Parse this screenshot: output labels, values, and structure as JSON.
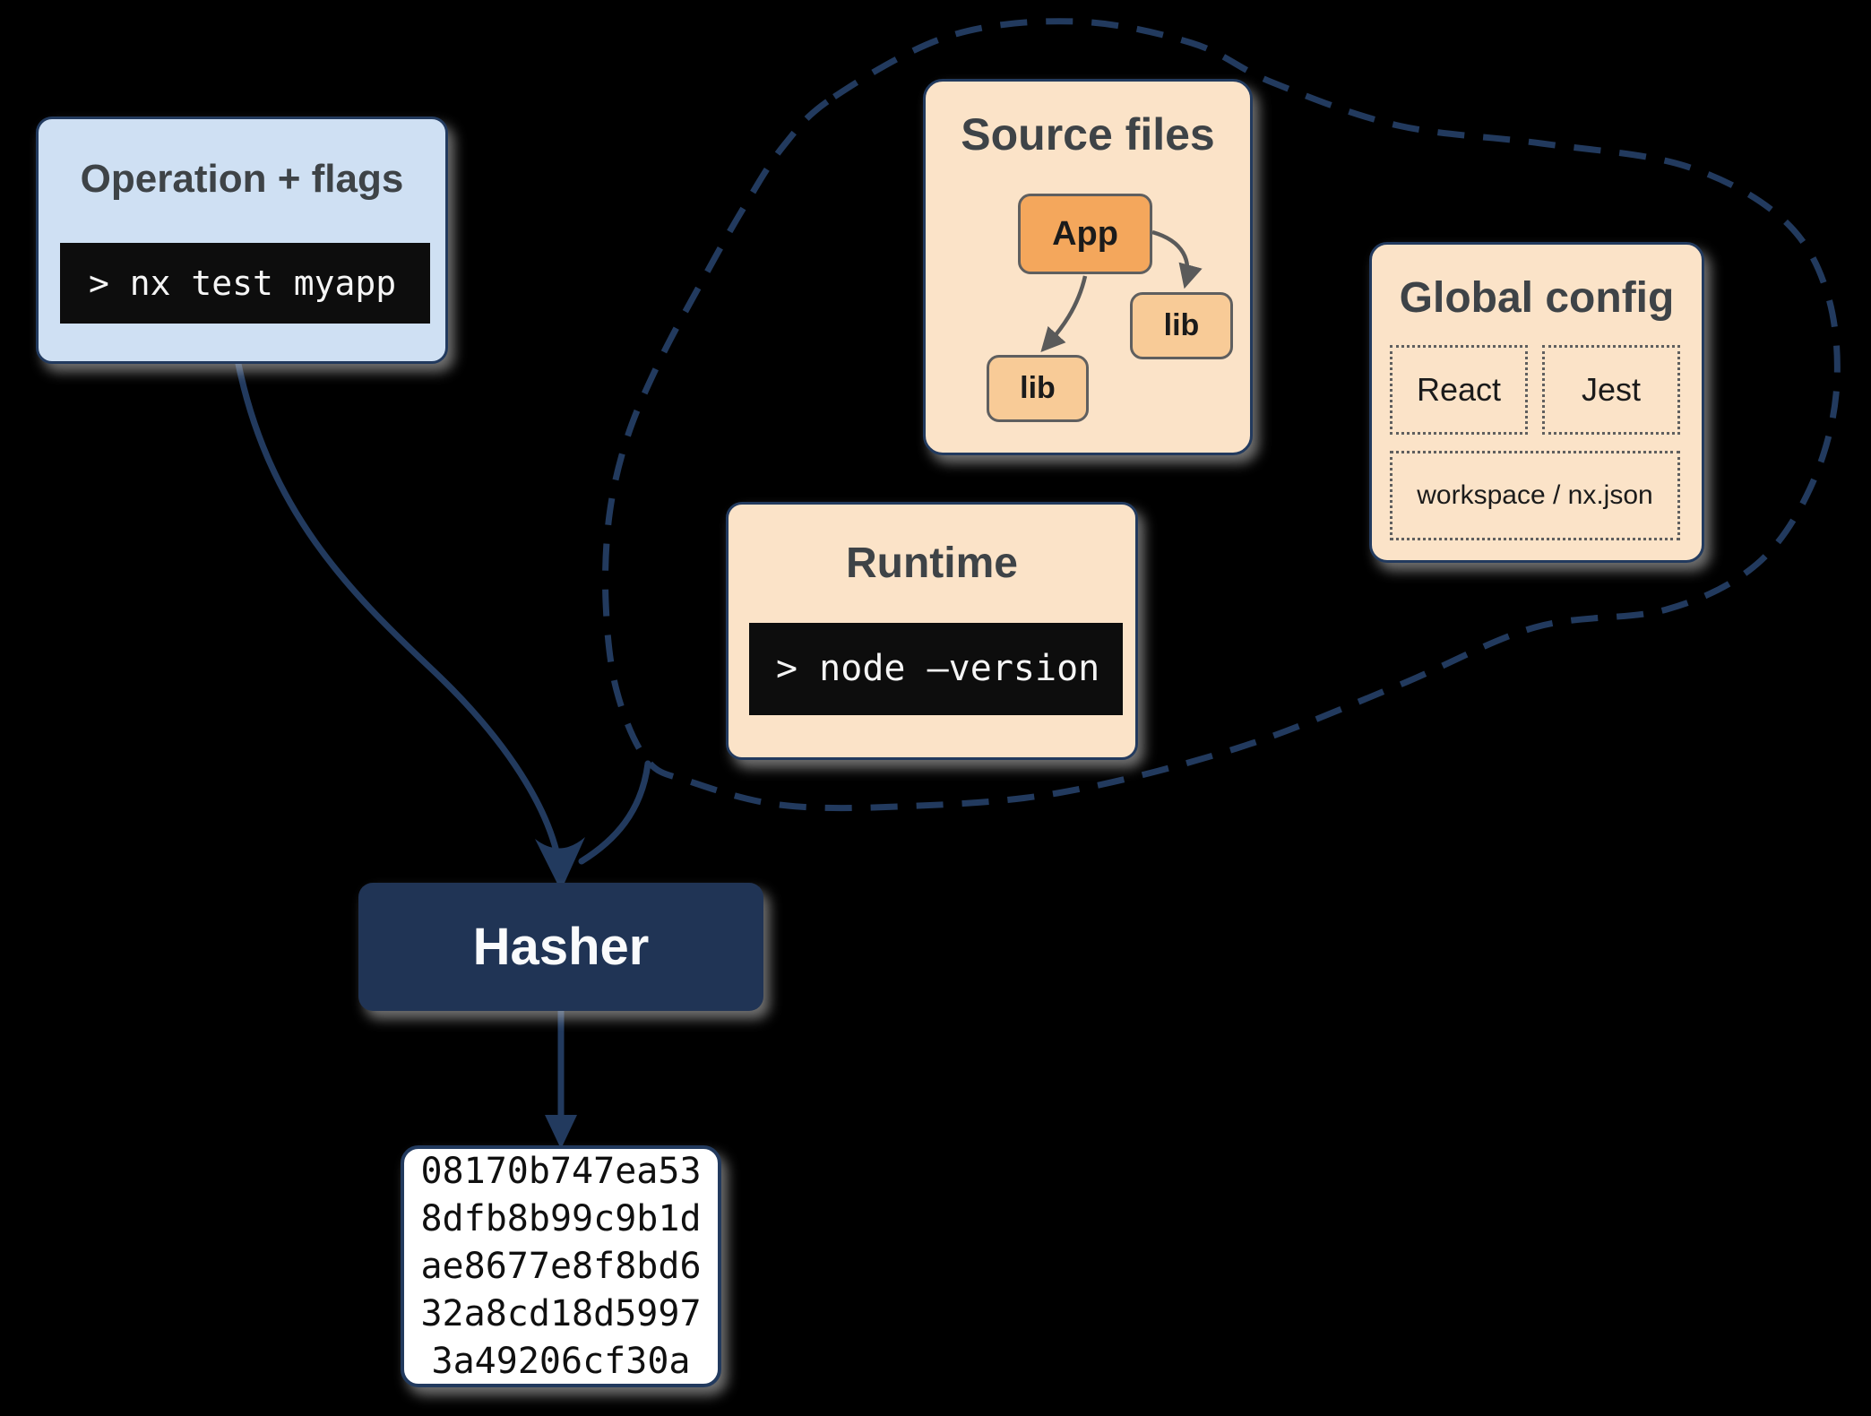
{
  "operation": {
    "title": "Operation + flags",
    "command": "> nx test myapp"
  },
  "source_files": {
    "title": "Source files",
    "app_label": "App",
    "lib_right_label": "lib",
    "lib_left_label": "lib"
  },
  "global_config": {
    "title": "Global config",
    "items": [
      "React",
      "Jest",
      "workspace / nx.json"
    ]
  },
  "runtime": {
    "title": "Runtime",
    "command": "> node –version"
  },
  "hasher": {
    "label": "Hasher"
  },
  "hash_output": {
    "lines": [
      "08170b747ea53",
      "8dfb8b99c9b1d",
      "ae8677e8f8bd6",
      "32a8cd18d5997",
      "3a49206cf30a"
    ]
  },
  "colors": {
    "navy": "#223a5e",
    "hasher_bg": "#203455",
    "operation_bg": "#cfe0f3",
    "panel_peach": "#fbe3c8",
    "app_node_orange": "#f4a75c",
    "lib_node_orange": "#f8cb97",
    "terminal_bg": "#0d0d0d",
    "terminal_text": "#f5f5f5",
    "title_gray": "#3e4347",
    "node_border_gray": "#5f5f5f",
    "hash_box_bg": "#ffffff"
  }
}
